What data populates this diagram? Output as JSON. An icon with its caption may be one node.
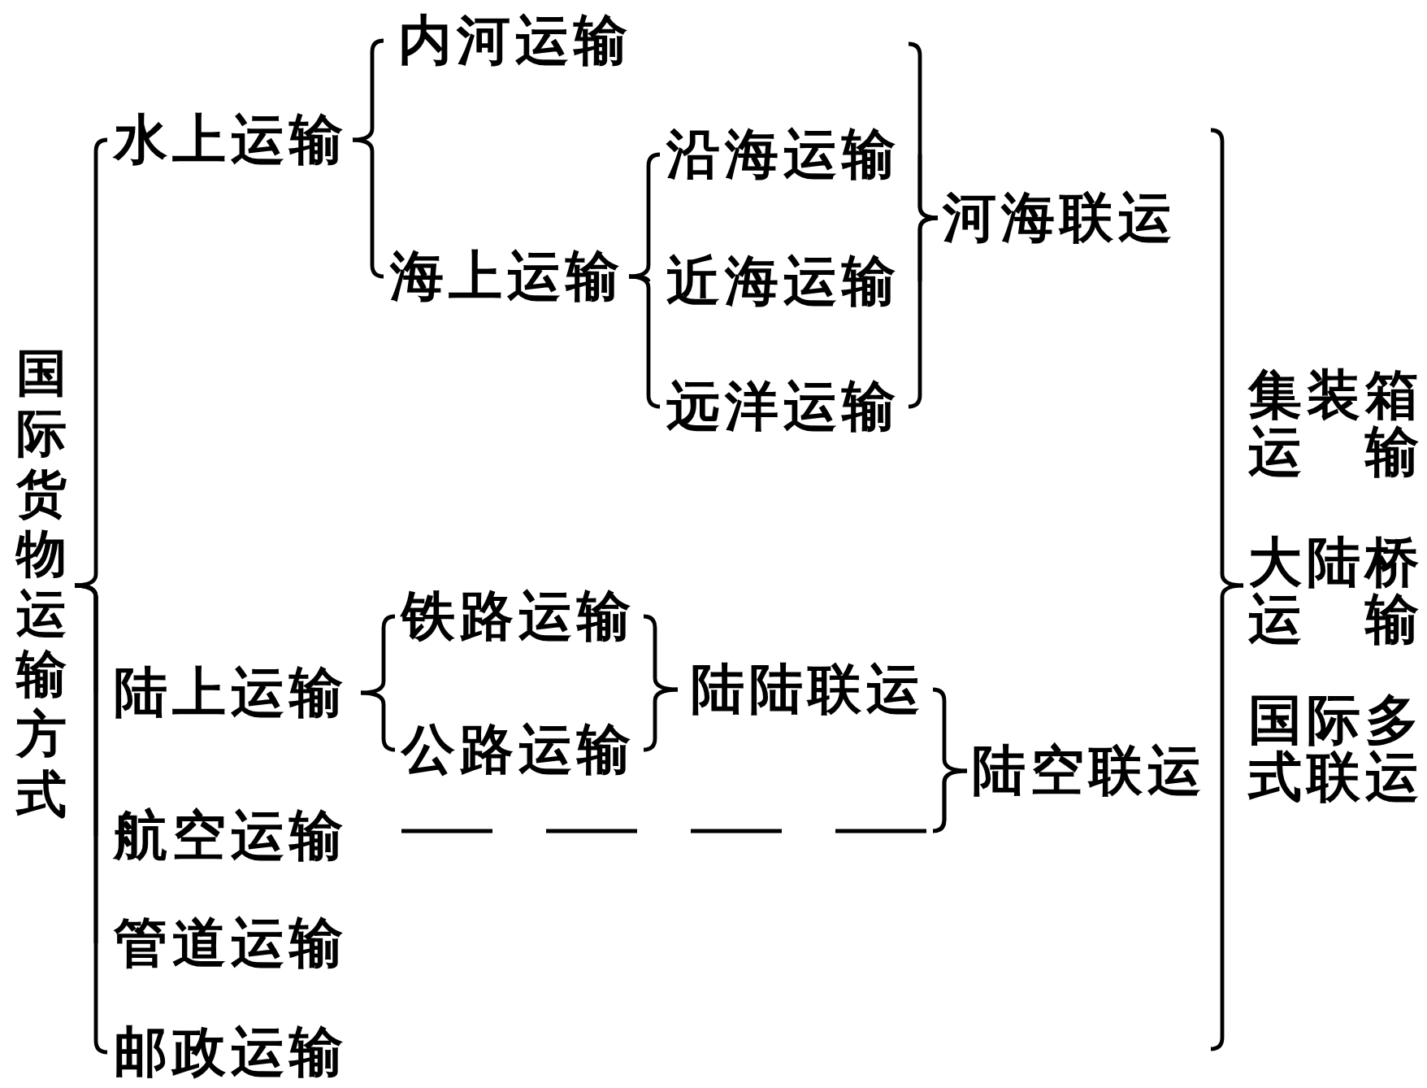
{
  "diagram": {
    "nodes": [
      {
        "text": [
          "国际货物运输方式"
        ]
      },
      {
        "text": [
          "水上运输"
        ]
      },
      {
        "text": [
          "内河运输"
        ]
      },
      {
        "text": [
          "海上运输"
        ]
      },
      {
        "text": [
          "沿海运输"
        ]
      },
      {
        "text": [
          "近海运输"
        ]
      },
      {
        "text": [
          "远洋运输"
        ]
      },
      {
        "text": [
          "河海联运"
        ]
      },
      {
        "text": [
          "陆上运输"
        ]
      },
      {
        "text": [
          "铁路运输"
        ]
      },
      {
        "text": [
          "公路运输"
        ]
      },
      {
        "text": [
          "陆陆联运"
        ]
      },
      {
        "text": [
          "航空运输"
        ]
      },
      {
        "text": [
          "陆空联运"
        ]
      },
      {
        "text": [
          "管道运输"
        ]
      },
      {
        "text": [
          "邮政运输"
        ]
      },
      {
        "text": [
          "集装箱运输",
          "大陆桥运输",
          "国际多式联运"
        ]
      }
    ],
    "edges": [
      {
        "from": 0,
        "to": 1,
        "arrow": "none"
      },
      {
        "from": 0,
        "to": 8,
        "arrow": "none"
      },
      {
        "from": 0,
        "to": 12,
        "arrow": "none"
      },
      {
        "from": 0,
        "to": 14,
        "arrow": "none"
      },
      {
        "from": 0,
        "to": 15,
        "arrow": "none"
      },
      {
        "from": 1,
        "to": 2,
        "arrow": "none"
      },
      {
        "from": 1,
        "to": 3,
        "arrow": "none"
      },
      {
        "from": 3,
        "to": 4,
        "arrow": "none"
      },
      {
        "from": 3,
        "to": 5,
        "arrow": "none"
      },
      {
        "from": 3,
        "to": 6,
        "arrow": "none"
      },
      {
        "from": null,
        "to": 7,
        "arrow": "none"
      },
      {
        "from": 4,
        "to": 7,
        "arrow": "none"
      },
      {
        "from": 5,
        "to": 7,
        "arrow": "none"
      },
      {
        "from": 6,
        "to": 7,
        "arrow": "none"
      },
      {
        "from": 8,
        "to": 9,
        "arrow": "none"
      },
      {
        "from": 8,
        "to": 10,
        "arrow": "none"
      },
      {
        "from": 9,
        "to": 11,
        "arrow": "none"
      },
      {
        "from": 10,
        "to": 11,
        "arrow": "none"
      },
      {
        "from": 11,
        "to": 13,
        "arrow": "none"
      },
      {
        "from": 12,
        "to": 13,
        "arrow": "none",
        "style": "dashed"
      },
      {
        "from": null,
        "to": 16,
        "arrow": "none"
      },
      {
        "from": null,
        "to": 16,
        "arrow": "none"
      }
    ]
  }
}
